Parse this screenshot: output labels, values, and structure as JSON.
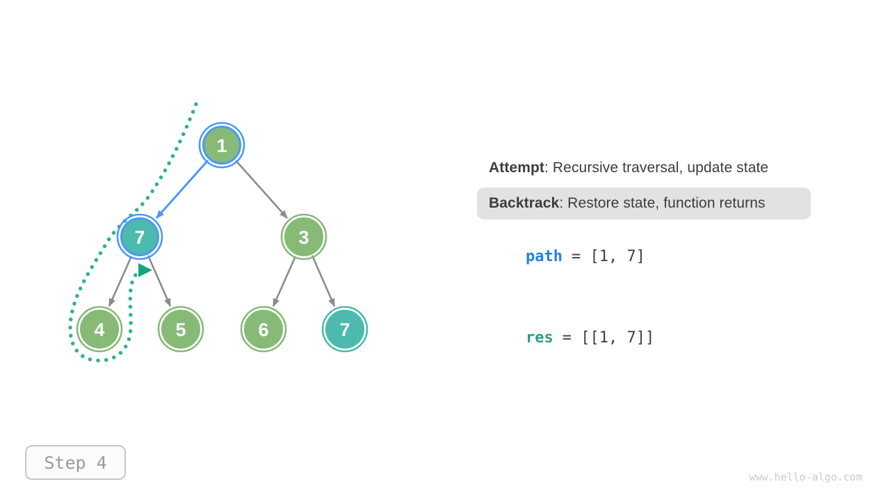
{
  "colors": {
    "node-green": "#86BA76",
    "node-teal": "#4CBAAE",
    "ring-blue": "#4A99F4",
    "edge-gray": "#8B8B8B",
    "edge-blue": "#4A99F4",
    "dot-teal": "#2DB48C",
    "arrow-teal": "#14A57E",
    "code-path-blue": "#2380E5",
    "code-res-teal": "#2F9C87",
    "code-dark": "#3F3F3F",
    "text-dark": "#3C3C3C",
    "highlight-bg": "#E2E2E2"
  },
  "tree": {
    "nodes": [
      {
        "value": "1",
        "fill": "green",
        "ring": "blue"
      },
      {
        "value": "7",
        "fill": "teal",
        "ring": "blue"
      },
      {
        "value": "3",
        "fill": "green",
        "ring": "green"
      },
      {
        "value": "4",
        "fill": "green",
        "ring": "green"
      },
      {
        "value": "5",
        "fill": "green",
        "ring": "green"
      },
      {
        "value": "6",
        "fill": "green",
        "ring": "green"
      },
      {
        "value": "7",
        "fill": "teal",
        "ring": "teal"
      }
    ]
  },
  "legend": {
    "attempt_label": "Attempt",
    "attempt_text": ": Recursive traversal, update state",
    "backtrack_label": "Backtrack",
    "backtrack_text": ": Restore state, function returns"
  },
  "state": {
    "path_var": "path",
    "path_value": "= [1, 7]",
    "res_var": "res",
    "res_value": "= [[1, 7]]"
  },
  "footer": {
    "step_label": "Step 4",
    "watermark": "www.hello-algo.com"
  }
}
